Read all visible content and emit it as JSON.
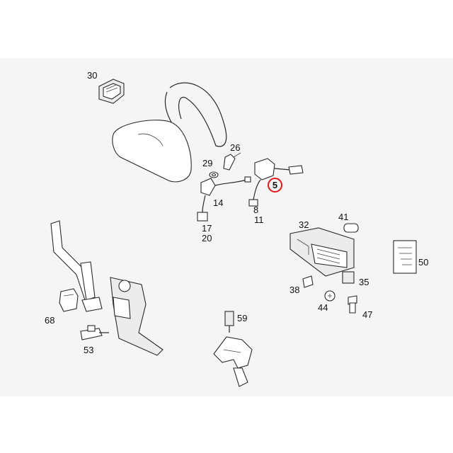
{
  "diagram": {
    "highlighted_callout": "5",
    "callouts": {
      "c30": "30",
      "c26": "26",
      "c29": "29",
      "c14": "14",
      "c17": "17",
      "c20": "20",
      "c8": "8",
      "c11": "11",
      "c32": "32",
      "c41": "41",
      "c50": "50",
      "c38": "38",
      "c35": "35",
      "c44": "44",
      "c47": "47",
      "c68": "68",
      "c53": "53",
      "c59": "59"
    },
    "highlight_color": "#e01818"
  }
}
